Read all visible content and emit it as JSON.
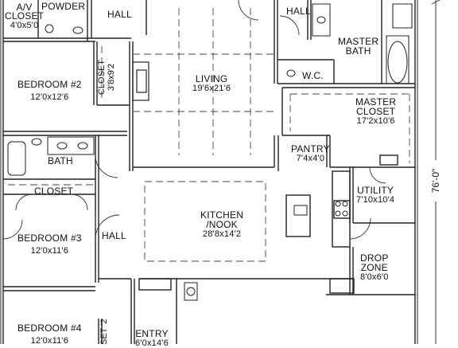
{
  "rooms": {
    "av_closet": {
      "name": "A/V",
      "name2": "CLOSET",
      "dims": "4'0x5'0"
    },
    "powder": {
      "name": "POWDER"
    },
    "hall_top": {
      "name": "HALL"
    },
    "hall_top_right": {
      "name": "HALL"
    },
    "master_bath": {
      "name": "MASTER",
      "name2": "BATH"
    },
    "bedroom2": {
      "name": "BEDROOM #2",
      "dims": "12'0x12'6"
    },
    "closet_side": {
      "name": "CLOSET",
      "dims": "3'8x9'2"
    },
    "living": {
      "name": "LIVING",
      "dims": "19'6x21'6"
    },
    "wc": {
      "name": "W.C."
    },
    "master_closet": {
      "name": "MASTER",
      "name2": "CLOSET",
      "dims": "17'2x10'6"
    },
    "pantry": {
      "name": "PANTRY",
      "dims": "7'4x4'0"
    },
    "bath": {
      "name": "BATH"
    },
    "closet_hall": {
      "name": "CLOSET"
    },
    "kitchen": {
      "name": "KITCHEN",
      "name2": "/NOOK",
      "dims": "28'8x14'2"
    },
    "utility": {
      "name": "UTILITY",
      "dims": "7'10x10'4"
    },
    "bedroom3": {
      "name": "BEDROOM #3",
      "dims": "12'0x11'6"
    },
    "hall_mid": {
      "name": "HALL"
    },
    "drop_zone": {
      "name": "DROP",
      "name2": "ZONE",
      "dims": "8'0x6'0"
    },
    "bedroom4": {
      "name": "BEDROOM #4",
      "dims": "12'0x11'6"
    },
    "closet_bottom": {
      "name": "SET",
      "dims": "'2"
    },
    "entry": {
      "name": "ENTRY",
      "dims": "6'0x14'6"
    }
  },
  "overall_dimension": "76'-0\""
}
